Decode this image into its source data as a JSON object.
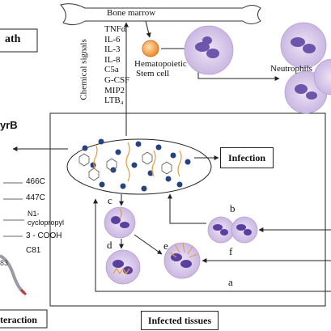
{
  "labels": {
    "bone_marrow": "Bone marrow",
    "hematopoietic": "Hematopoietic",
    "stem_cell": "Stem cell",
    "neutrophils": "Neutrophils",
    "chemical_signals": "Chemical signals",
    "infection": "Infection",
    "infected_tissues": "Infected tissues",
    "path_fragment": "ath",
    "gyrb_fragment": "yrB",
    "interaction_fragment": "teraction",
    "step_a": "a",
    "step_b": "b",
    "step_c": "c",
    "step_d": "d",
    "step_e": "e",
    "step_f": "f",
    "chain_fragment": "83"
  },
  "signals": [
    "TNFα",
    "IL-6",
    "IL-3",
    "IL-8",
    "C5a",
    "G-CSF",
    "MIP2",
    "LTB₄"
  ],
  "gyrb_residues": [
    "466C",
    "447C",
    "N1-",
    "cyclopropyl",
    "3 - COOH",
    "C81"
  ]
}
